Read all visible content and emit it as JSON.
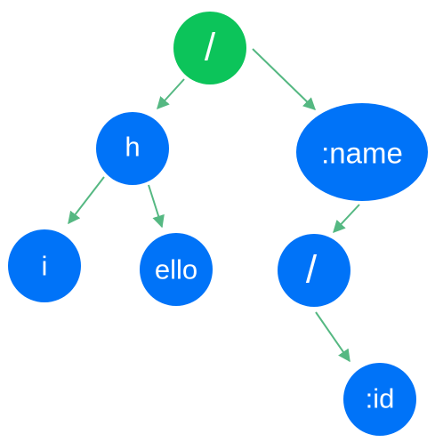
{
  "colors": {
    "root_node": "#0cc45a",
    "node": "#0073f8",
    "edge": "#55b882",
    "label": "#ffffff",
    "background": "#ffffff"
  },
  "nodes": {
    "root": {
      "label": "/"
    },
    "h": {
      "label": "h"
    },
    "i": {
      "label": "i"
    },
    "ello": {
      "label": "ello"
    },
    "name": {
      "label": ":name"
    },
    "slash": {
      "label": "/"
    },
    "id": {
      "label": ":id"
    }
  },
  "edges": [
    {
      "from": "root",
      "to": "h"
    },
    {
      "from": "root",
      "to": "name"
    },
    {
      "from": "h",
      "to": "i"
    },
    {
      "from": "h",
      "to": "ello"
    },
    {
      "from": "name",
      "to": "slash"
    },
    {
      "from": "slash",
      "to": "id"
    }
  ]
}
